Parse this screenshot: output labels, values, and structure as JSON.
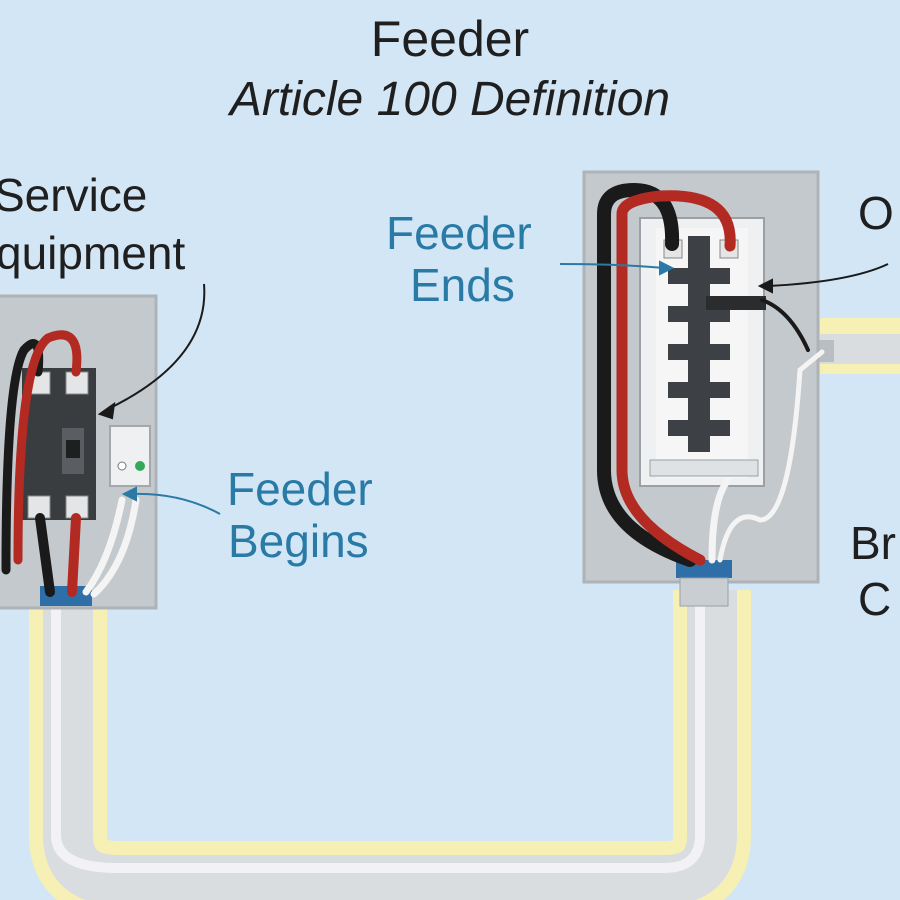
{
  "title": "Feeder",
  "subtitle": "Article 100 Definition",
  "labels": {
    "service_line1": "Service",
    "service_line2": "quipment",
    "feeder_begins_line1": "Feeder",
    "feeder_begins_line2": "Begins",
    "feeder_ends_line1": "Feeder",
    "feeder_ends_line2": "Ends",
    "ocpd_partial": "O",
    "branch_partial_line1": "Br",
    "branch_partial_line2": "C"
  },
  "colors": {
    "background": "#d3e6f6",
    "label_blue": "#2a7aa6",
    "hot_red": "#b22a22",
    "hot_black": "#1a1a1a",
    "neutral_white": "#f4f4f4",
    "conduit_gray": "#d9dde0",
    "conduit_glow": "#f6f0b5",
    "enclosure_gray": "#c4c9cd"
  }
}
